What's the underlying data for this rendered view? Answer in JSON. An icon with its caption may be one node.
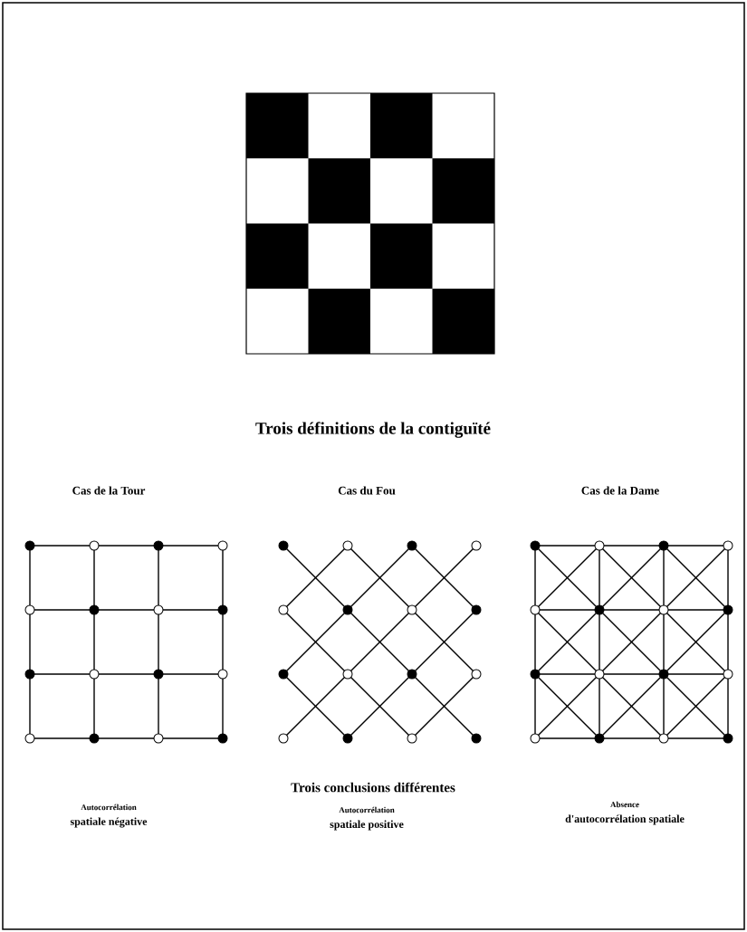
{
  "diagram": {
    "labels": [
      "Trois définitions de la contiguïté",
      "Cas de la Tour",
      "Cas du Fou",
      "Cas de la Dame",
      "Trois conclusions différentes",
      "Autocorrélation",
      "spatiale négative",
      "Autocorrélation",
      "spatiale positive",
      "Absence",
      "d'autocorrélation spatiale"
    ]
  }
}
